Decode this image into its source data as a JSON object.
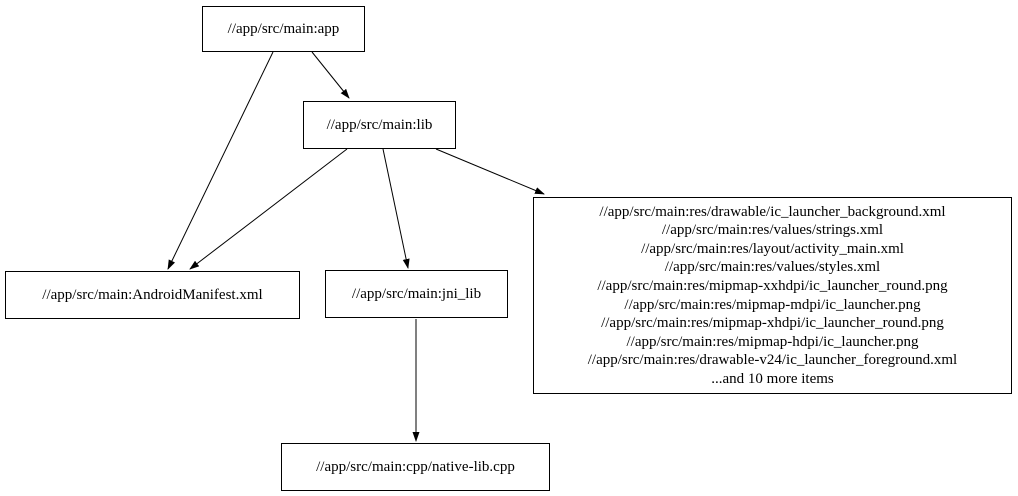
{
  "diagram": {
    "type": "dependency-graph",
    "colors": {
      "background": "#ffffff",
      "node_border": "#000000",
      "edge": "#000000",
      "text": "#000000"
    },
    "nodes": {
      "app": {
        "label": "//app/src/main:app"
      },
      "lib": {
        "label": "//app/src/main:lib"
      },
      "android_manifest": {
        "label": "//app/src/main:AndroidManifest.xml"
      },
      "jni_lib": {
        "label": "//app/src/main:jni_lib"
      },
      "resources": {
        "lines": [
          "//app/src/main:res/drawable/ic_launcher_background.xml",
          "//app/src/main:res/values/strings.xml",
          "//app/src/main:res/layout/activity_main.xml",
          "//app/src/main:res/values/styles.xml",
          "//app/src/main:res/mipmap-xxhdpi/ic_launcher_round.png",
          "//app/src/main:res/mipmap-mdpi/ic_launcher.png",
          "//app/src/main:res/mipmap-xhdpi/ic_launcher_round.png",
          "//app/src/main:res/mipmap-hdpi/ic_launcher.png",
          "//app/src/main:res/drawable-v24/ic_launcher_foreground.xml",
          "...and 10 more items"
        ]
      },
      "native_lib": {
        "label": "//app/src/main:cpp/native-lib.cpp"
      }
    },
    "edges": [
      {
        "from": "app",
        "to": "lib"
      },
      {
        "from": "app",
        "to": "android_manifest"
      },
      {
        "from": "lib",
        "to": "android_manifest"
      },
      {
        "from": "lib",
        "to": "jni_lib"
      },
      {
        "from": "lib",
        "to": "resources"
      },
      {
        "from": "jni_lib",
        "to": "native_lib"
      }
    ]
  }
}
